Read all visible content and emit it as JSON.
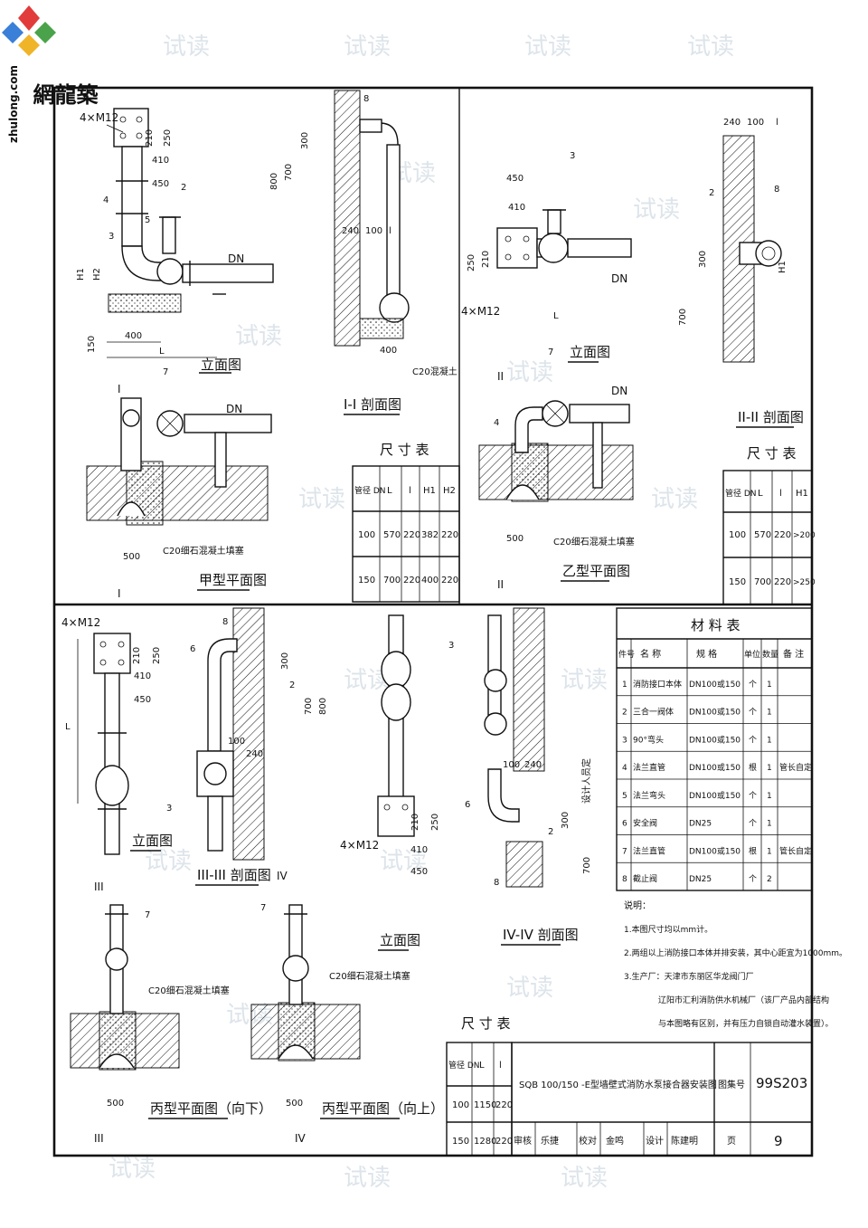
{
  "logo": {
    "brand_cn": "築龍網",
    "brand_en": "zhulong.com"
  },
  "watermark": "试读",
  "views": {
    "jia_elevation": "立面图",
    "jia_plan": "甲型平面图",
    "section_1": "I-I 剖面图",
    "yi_elevation": "立面图",
    "yi_plan": "乙型平面图",
    "section_2": "II-II 剖面图",
    "bing_elevation_left": "立面图",
    "section_3": "III-III 剖面图",
    "bing_elevation_right": "立面图",
    "section_4": "IV-IV 剖面图",
    "bing_plan_down": "丙型平面图（向下）",
    "bing_plan_up": "丙型平面图（向上）"
  },
  "labels": {
    "bolt": "4×M12",
    "dn": "DN",
    "concrete": "C20混凝土",
    "stone_concrete": "C20细石混凝土填塞",
    "design_level": "设计人员定",
    "sec1": "I",
    "sec2": "II",
    "sec3": "III",
    "sec4": "IV"
  },
  "dims": {
    "d210": "210",
    "d250": "250",
    "d410": "410",
    "d450": "450",
    "d400": "400",
    "d150": "150",
    "d500": "500",
    "d300": "300",
    "d800": "800",
    "d700": "700",
    "d240": "240",
    "d100": "100",
    "L": "L",
    "l": "l",
    "H1": "H1",
    "H2": "H2"
  },
  "callouts": [
    "1",
    "2",
    "3",
    "4",
    "5",
    "6",
    "7",
    "8"
  ],
  "size_table_1": {
    "title": "尺 寸 表",
    "headers": [
      "管径 DN",
      "L",
      "l",
      "H1",
      "H2"
    ],
    "rows": [
      [
        "100",
        "570",
        "220",
        "382",
        "220"
      ],
      [
        "150",
        "700",
        "220",
        "400",
        "220"
      ]
    ]
  },
  "size_table_2": {
    "title": "尺 寸 表",
    "headers": [
      "管径 DN",
      "L",
      "l",
      "H1"
    ],
    "rows": [
      [
        "100",
        "570",
        "220",
        ">200"
      ],
      [
        "150",
        "700",
        "220",
        ">250"
      ]
    ]
  },
  "size_table_3": {
    "title": "尺 寸 表",
    "headers": [
      "管径 DN",
      "L",
      "l"
    ],
    "rows": [
      [
        "100",
        "1150",
        "220"
      ],
      [
        "150",
        "1280",
        "220"
      ]
    ]
  },
  "materials": {
    "title": "材 料 表",
    "headers": [
      "件号",
      "名 称",
      "规 格",
      "单位",
      "数量",
      "备 注"
    ],
    "rows": [
      [
        "1",
        "消防接口本体",
        "DN100或150",
        "个",
        "1",
        ""
      ],
      [
        "2",
        "三合一阀体",
        "DN100或150",
        "个",
        "1",
        ""
      ],
      [
        "3",
        "90°弯头",
        "DN100或150",
        "个",
        "1",
        ""
      ],
      [
        "4",
        "法兰直管",
        "DN100或150",
        "根",
        "1",
        "管长自定"
      ],
      [
        "5",
        "法兰弯头",
        "DN100或150",
        "个",
        "1",
        ""
      ],
      [
        "6",
        "安全阀",
        "DN25",
        "个",
        "1",
        ""
      ],
      [
        "7",
        "法兰直管",
        "DN100或150",
        "根",
        "1",
        "管长自定"
      ],
      [
        "8",
        "截止阀",
        "DN25",
        "个",
        "2",
        ""
      ]
    ]
  },
  "notes": {
    "heading": "说明：",
    "items": [
      "1.本图尺寸均以mm计。",
      "2.两组以上消防接口本体并排安装，其中心距宜为1000mm。",
      "3.生产厂：天津市东丽区华龙阀门厂",
      "辽阳市汇利消防供水机械厂（该厂产品内部结构",
      "与本图略有区别，并有压力自锁自动灌水装置）。"
    ]
  },
  "title_block": {
    "title": "SQB 100/150 -E型墙壁式消防水泵接合器安装图",
    "atlas_label": "图集号",
    "atlas_no": "99S203",
    "review_label": "审核",
    "reviewer": "乐捷",
    "check_label": "校对",
    "checker": "金鸣",
    "design_label": "设计",
    "designer": "陈建明",
    "page_label": "页",
    "page_no": "9"
  }
}
